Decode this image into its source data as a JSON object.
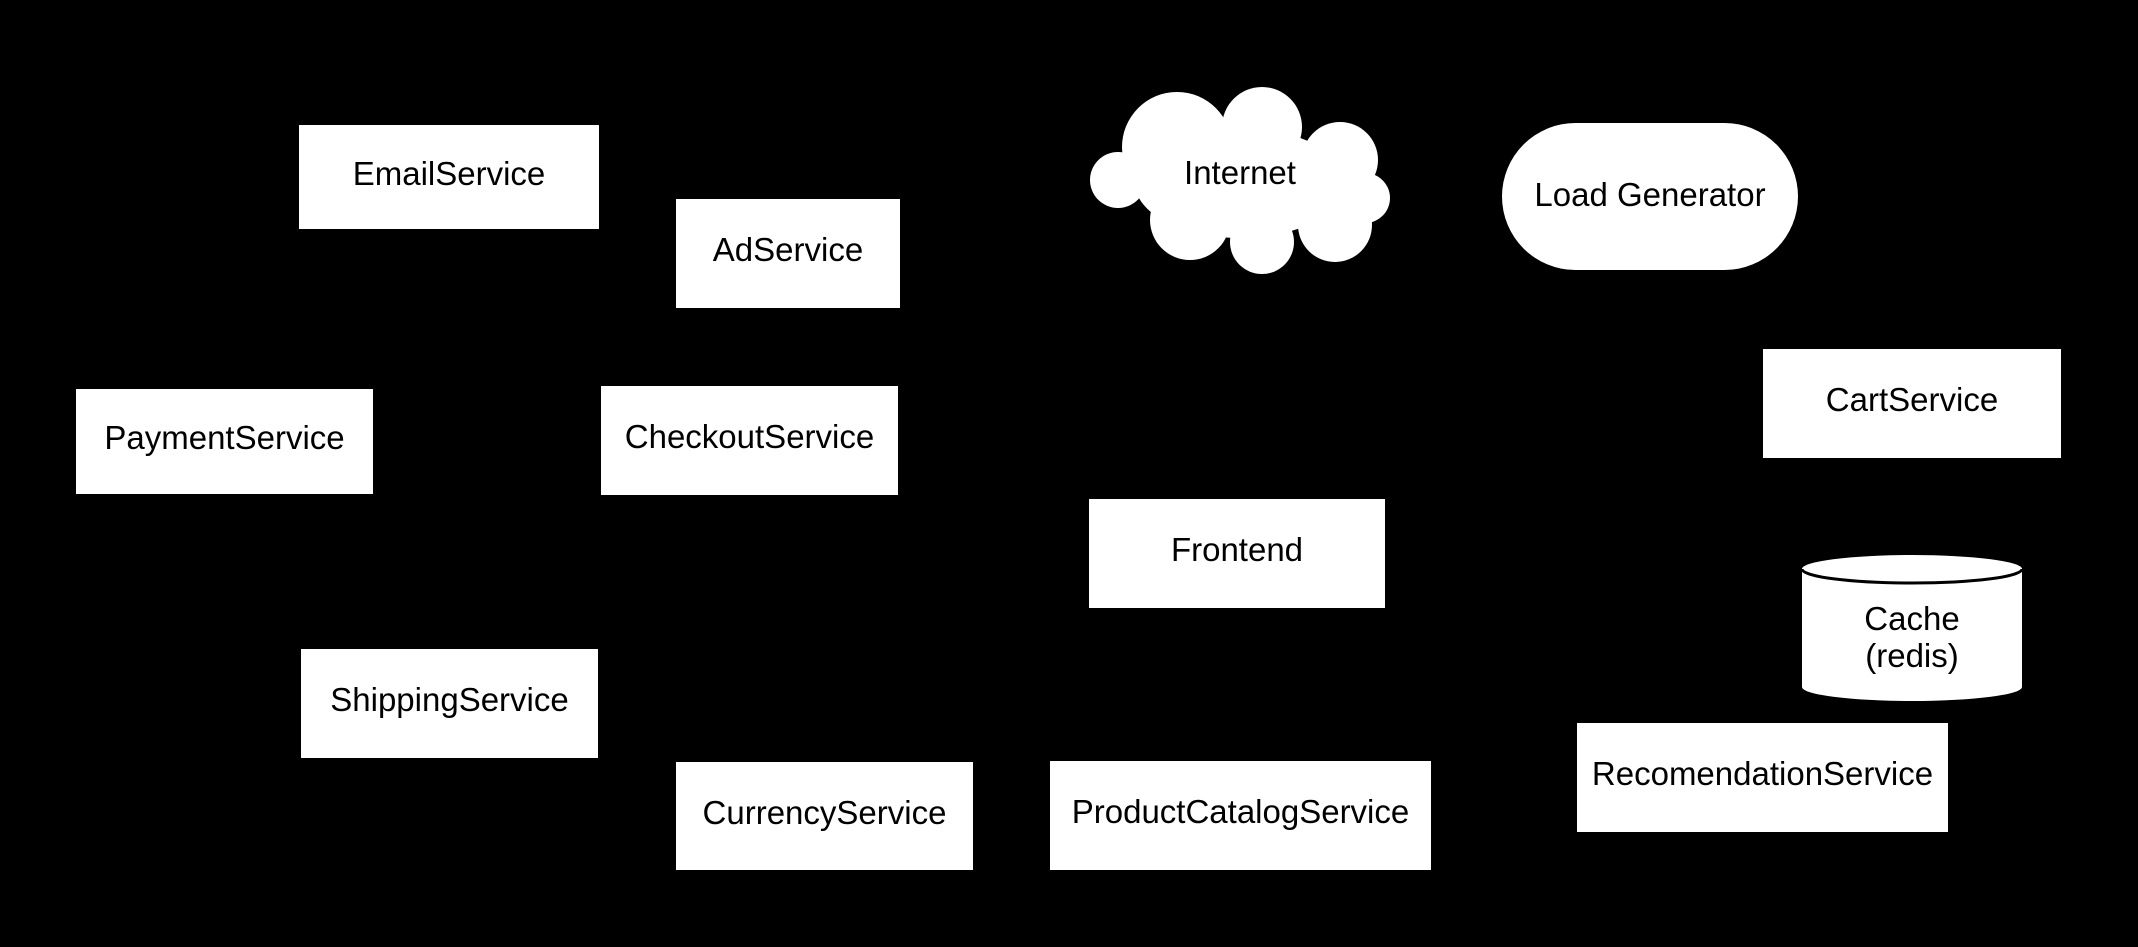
{
  "diagram": {
    "title": "Microservices architecture diagram",
    "colors": {
      "background": "#000000",
      "node_fill": "#ffffff",
      "node_text": "#000000",
      "cylinder_stroke": "#000000"
    },
    "nodes": {
      "email": {
        "label": "EmailService",
        "shape": "rectangle"
      },
      "ad": {
        "label": "AdService",
        "shape": "rectangle"
      },
      "internet": {
        "label": "Internet",
        "shape": "cloud"
      },
      "loadgen": {
        "label": "Load Generator",
        "shape": "stadium"
      },
      "payment": {
        "label": "PaymentService",
        "shape": "rectangle"
      },
      "checkout": {
        "label": "CheckoutService",
        "shape": "rectangle"
      },
      "cart": {
        "label": "CartService",
        "shape": "rectangle"
      },
      "frontend": {
        "label": "Frontend",
        "shape": "rectangle"
      },
      "cache": {
        "label_line1": "Cache",
        "label_line2": "(redis)",
        "shape": "cylinder"
      },
      "shipping": {
        "label": "ShippingService",
        "shape": "rectangle"
      },
      "currency": {
        "label": "CurrencyService",
        "shape": "rectangle"
      },
      "productcatalog": {
        "label": "ProductCatalogService",
        "shape": "rectangle"
      },
      "recommendation": {
        "label": "RecomendationService",
        "shape": "rectangle"
      }
    }
  }
}
